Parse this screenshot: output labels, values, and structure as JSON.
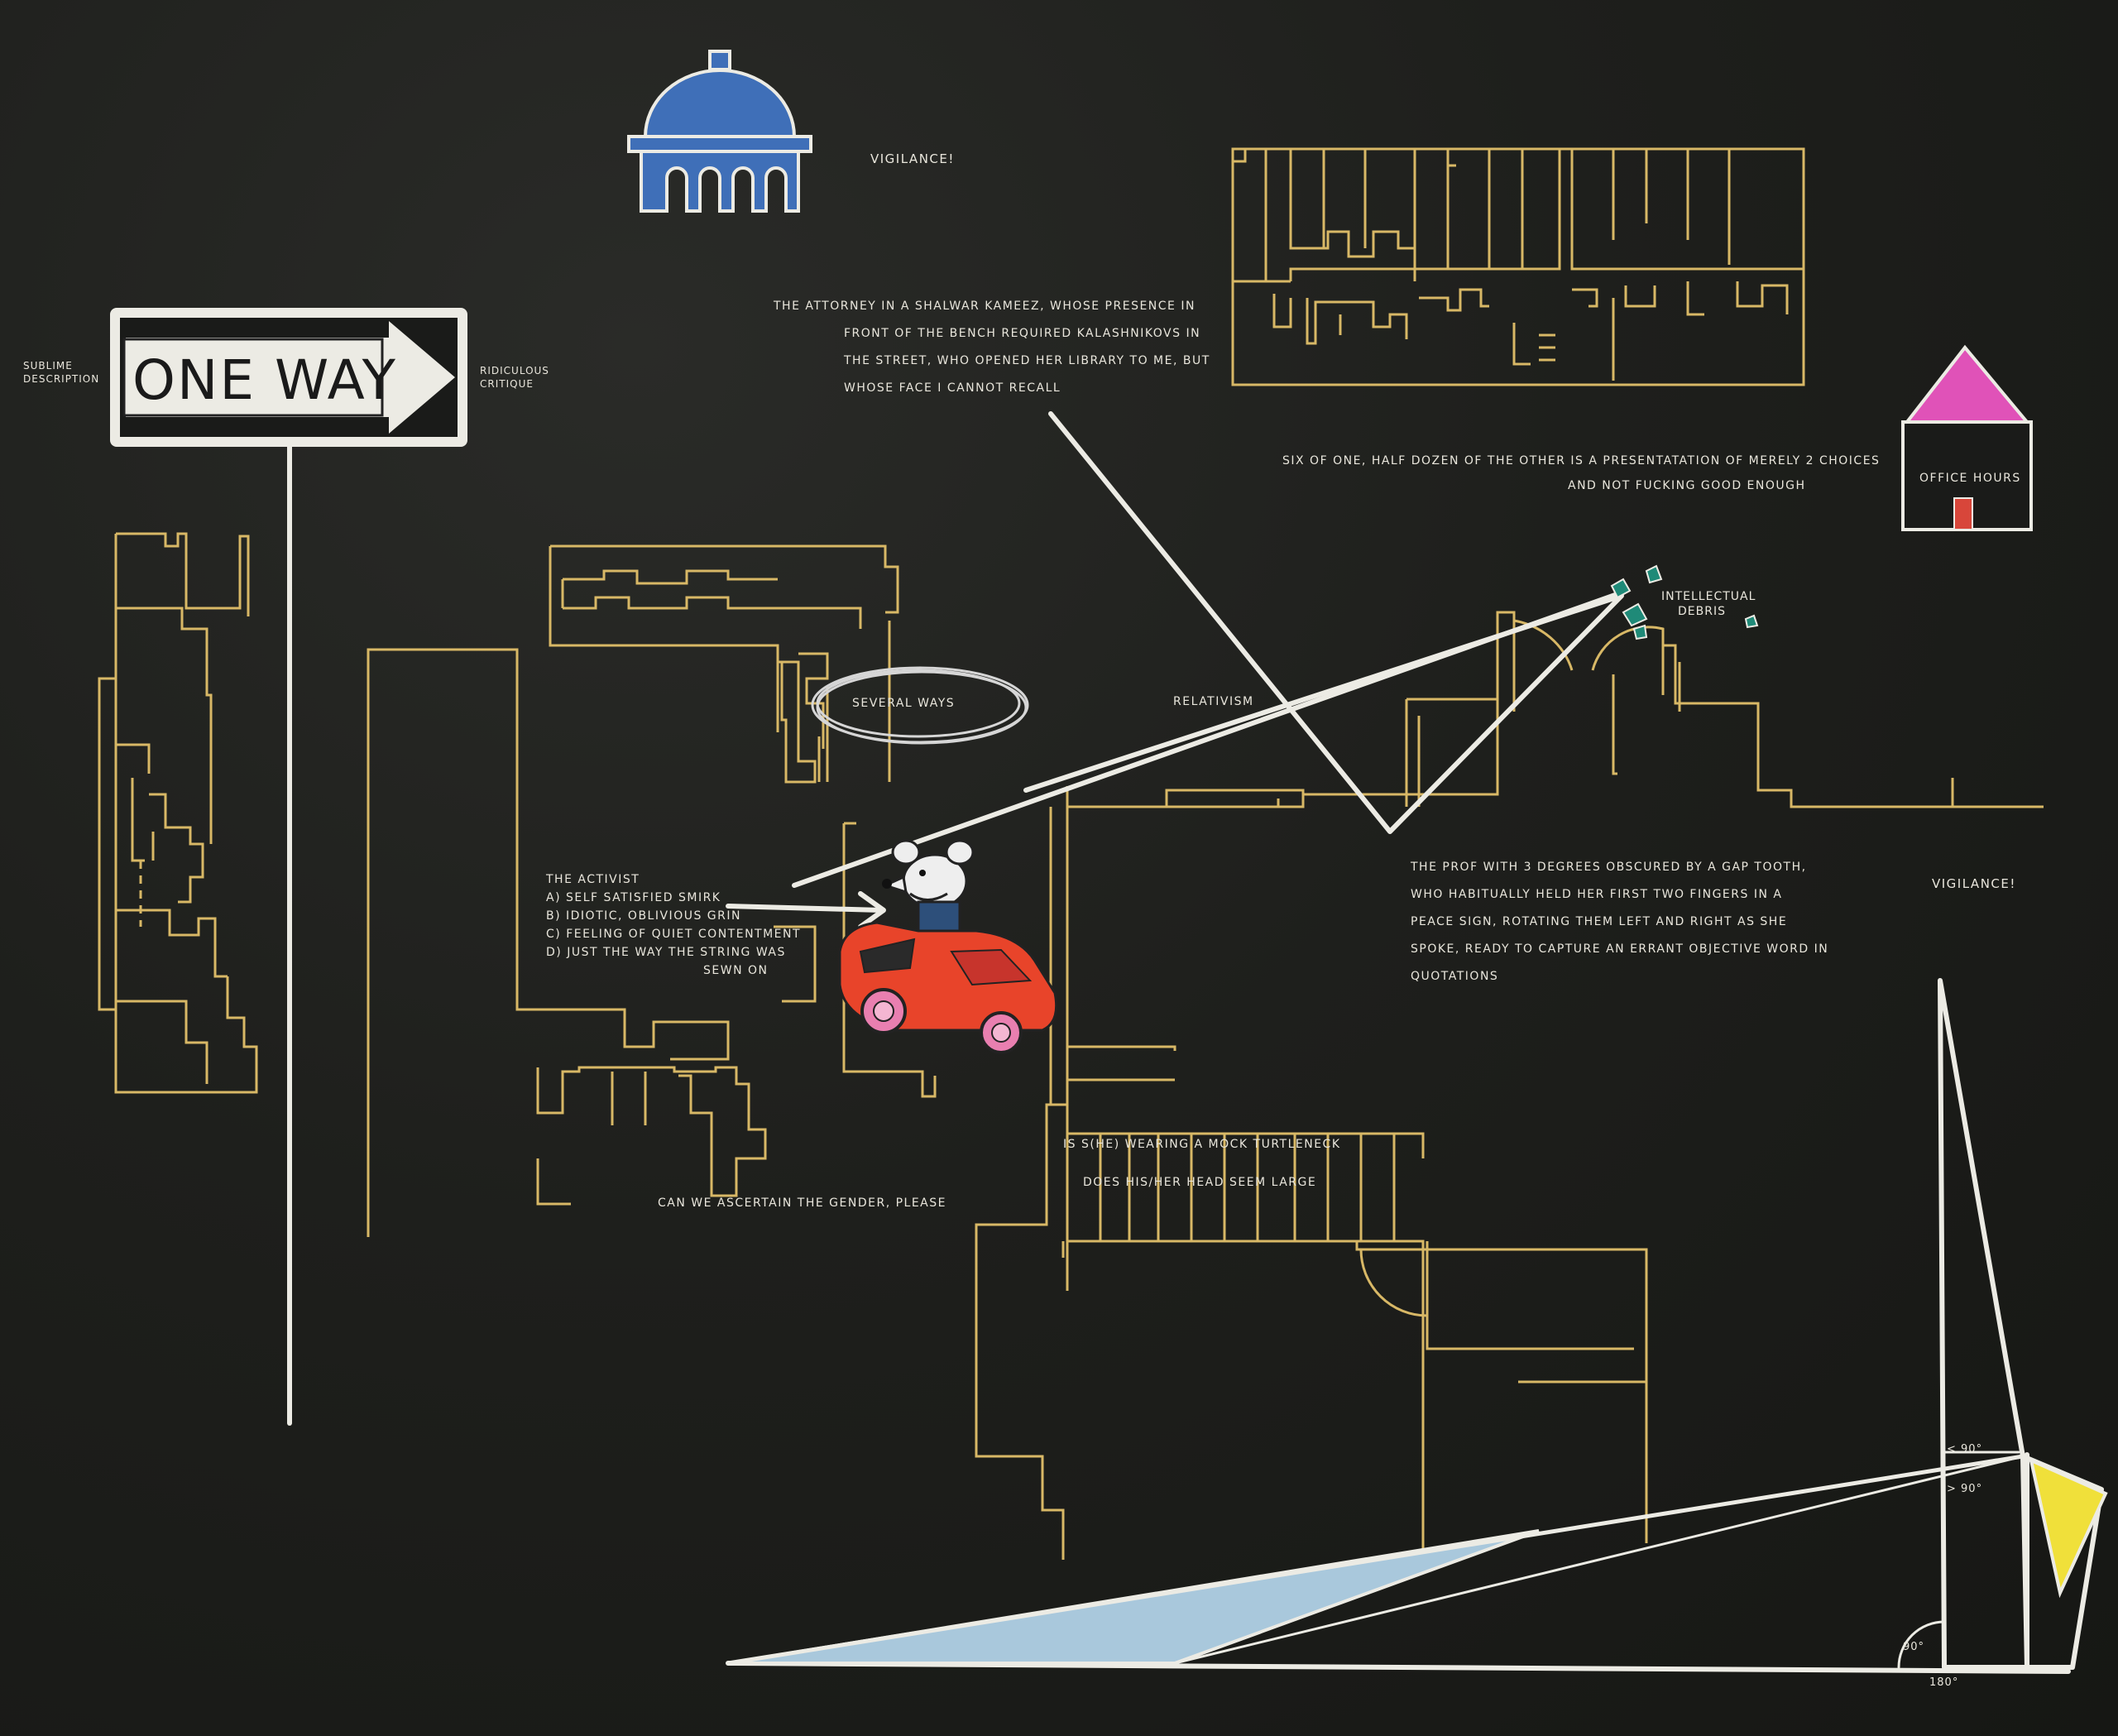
{
  "sign": {
    "text": "ONE WAY"
  },
  "sign_left": {
    "line1": "SUBLIME",
    "line2": "DESCRIPTION"
  },
  "sign_right": {
    "line1": "RIDICULOUS",
    "line2": "CRITIQUE"
  },
  "vigilance_top": "VIGILANCE!",
  "vigilance_right": "VIGILANCE!",
  "attorney": {
    "lines": [
      "THE ATTORNEY IN A SHALWAR KAMEEZ, WHOSE PRESENCE IN",
      "FRONT OF THE BENCH REQUIRED KALASHNIKOVS IN",
      "THE STREET, WHO OPENED HER LIBRARY TO ME, BUT",
      "WHOSE FACE I CANNOT RECALL"
    ]
  },
  "six_of_one": {
    "line1": "SIX OF ONE, HALF DOZEN OF THE OTHER   IS A PRESENTATATION OF MERELY 2 CHOICES",
    "line2": "AND NOT FUCKING GOOD ENOUGH"
  },
  "office_hours": "OFFICE HOURS",
  "intellectual": {
    "line1": "INTELLECTUAL",
    "line2": "DEBRIS"
  },
  "several_ways": "SEVERAL WAYS",
  "relativism": "RELATIVISM",
  "activist": {
    "lines": [
      "THE  ACTIVIST",
      "A) SELF SATISFIED SMIRK",
      "B) IDIOTIC, OBLIVIOUS GRIN",
      "C) FEELING OF QUIET CONTENTMENT",
      "D) JUST THE WAY THE STRING WAS",
      "SEWN ON"
    ]
  },
  "prof": {
    "lines": [
      "THE PROF WITH 3 DEGREES OBSCURED BY A GAP TOOTH,",
      "WHO HABITUALLY HELD HER FIRST TWO FINGERS IN A",
      "PEACE SIGN, ROTATING THEM LEFT AND RIGHT AS SHE",
      "SPOKE, READY TO CAPTURE AN ERRANT OBJECTIVE WORD IN",
      "QUOTATIONS"
    ]
  },
  "turtleneck": {
    "line1": "IS  S(HE)  WEARING  A  MOCK  TURTLENECK",
    "line2": "DOES HIS/HER HEAD SEEM LARGE"
  },
  "gender": "CAN WE ASCERTAIN THE GENDER, PLEASE",
  "angles": {
    "less": "< 90°",
    "greater": "> 90°",
    "right": "90°",
    "straight": "180°"
  },
  "colors": {
    "board": "#1c1d1a",
    "chalk": "#ecebe4",
    "plan_line": "#d8b866",
    "dome_blue": "#3f6fb8",
    "roof_pink": "#e052b8",
    "door_red": "#d8463a",
    "car_red": "#e8442a",
    "wedge_blue": "#a9c8dc",
    "triangle_yellow": "#f0e03a",
    "debris_green": "#1f8a78"
  }
}
